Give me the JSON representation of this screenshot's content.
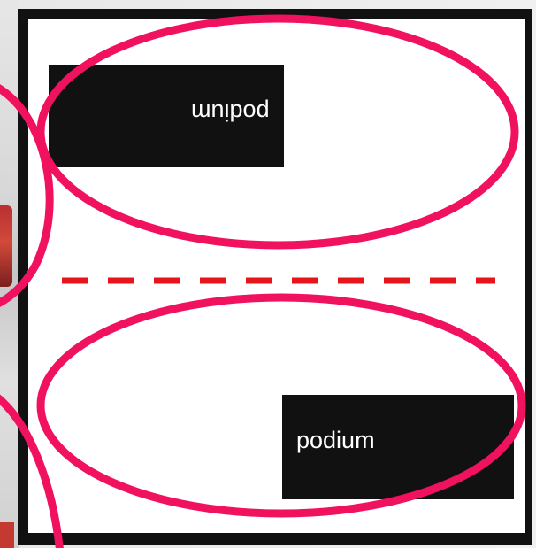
{
  "diagram": {
    "top_block": {
      "label": "podium",
      "orientation": "rotated-180"
    },
    "bottom_block": {
      "label": "podium",
      "orientation": "upright"
    },
    "divider": {
      "style": "dashed",
      "color": "#e8141c"
    },
    "highlight_color": "#f0115f",
    "block_color": "#111111",
    "background_color": "#ffffff"
  }
}
